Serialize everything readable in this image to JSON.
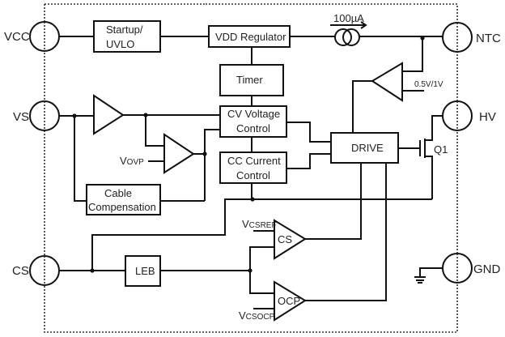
{
  "pins": {
    "vcc": "VCC",
    "vs": "VS",
    "cs": "CS",
    "ntc": "NTC",
    "hv": "HV",
    "gnd": "GND"
  },
  "blocks": {
    "startup_line1": "Startup/",
    "startup_line2": "UVLO",
    "vdd_regulator": "VDD Regulator",
    "timer": "Timer",
    "cv_line1": "CV Voltage",
    "cv_line2": "Control",
    "cc_line1": "CC Current",
    "cc_line2": "Control",
    "drive": "DRIVE",
    "cable_line1": "Cable",
    "cable_line2": "Compensation",
    "leb": "LEB"
  },
  "labels": {
    "current_source": "100µA",
    "ntc_ref": "0.5V/1V",
    "transistor": "Q1",
    "vovp_main": "V",
    "vovp_sub": "OVP",
    "vcsref_main": "V",
    "vcsref_sub": "CSREF",
    "vcsocp_main": "V",
    "vcsocp_sub": "CSOCP",
    "cs_comparator": "CS",
    "ocp_comparator": "OCP"
  }
}
